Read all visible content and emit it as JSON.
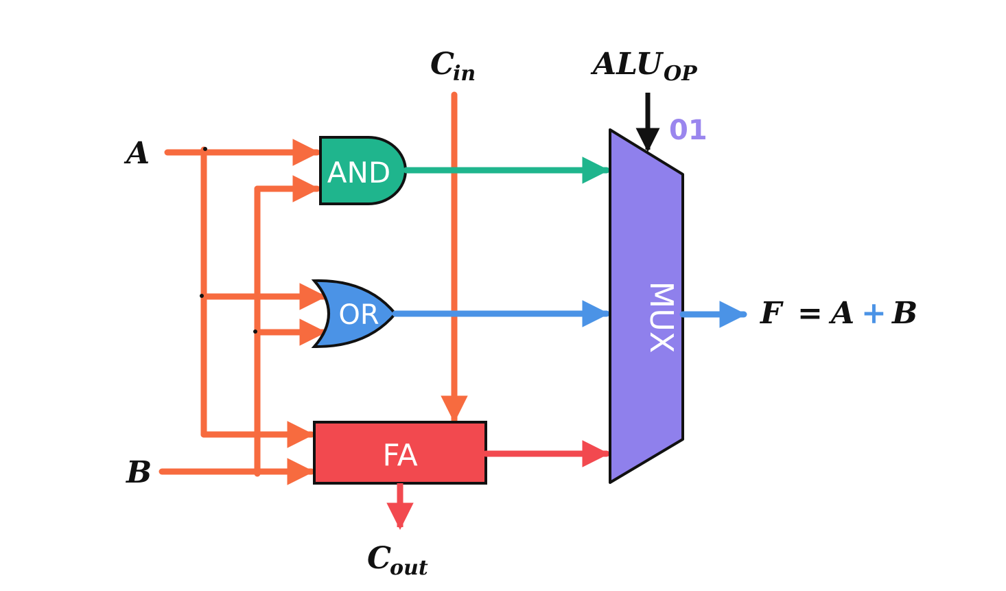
{
  "inputs": {
    "a": "A",
    "b": "B",
    "cin_main": "C",
    "cin_sub": "in",
    "aluop_main": "ALU",
    "aluop_sub": "OP"
  },
  "gates": {
    "and": "AND",
    "or": "OR",
    "fa": "FA",
    "mux": "MUX"
  },
  "select_value": "01",
  "outputs": {
    "cout_main": "C",
    "cout_sub": "out",
    "f": "F",
    "eq": "=",
    "a": "A",
    "plus": "+",
    "b": "B"
  },
  "colors": {
    "wire": "#f76b3f",
    "and_gate": "#1fb58d",
    "or_gate": "#4b93e6",
    "fa_block": "#f2494f",
    "mux_block": "#8f80ec",
    "select_text": "#9a86ee",
    "plus_sign": "#4b93e6"
  }
}
